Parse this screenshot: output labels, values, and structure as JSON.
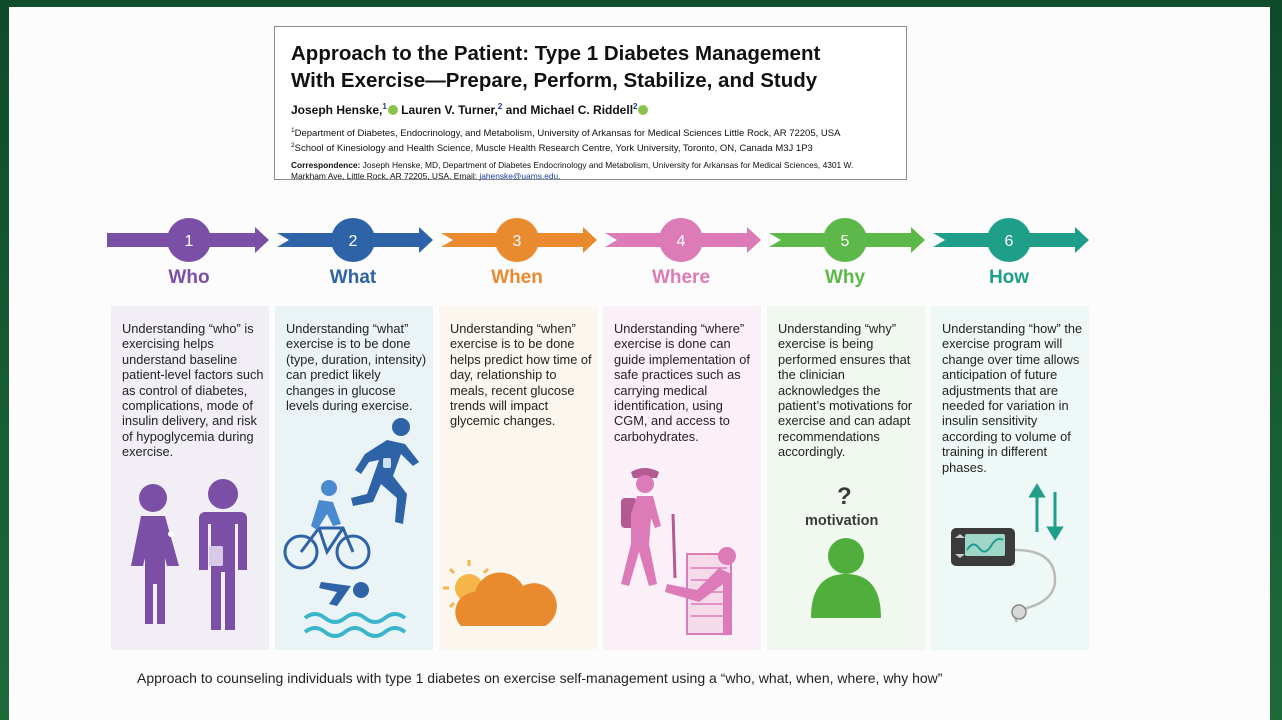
{
  "paper": {
    "title_line1": "Approach to the Patient: Type 1 Diabetes Management",
    "title_line2": "With Exercise—Prepare, Perform, Stabilize, and Study",
    "author1": "Joseph Henske,",
    "author1_sup": "1",
    "author2": " Lauren V. Turner,",
    "author2_sup": "2",
    "author3": " and Michael C. Riddell",
    "author3_sup": "2",
    "affiliation1_sup": "1",
    "affiliation1": "Department of Diabetes, Endocrinology, and Metabolism, University of Arkansas for Medical Sciences Little Rock, AR 72205, USA",
    "affiliation2_sup": "2",
    "affiliation2": "School of Kinesiology and Health Science, Muscle Health Research Centre, York University, Toronto, ON, Canada M3J 1P3",
    "correspondence_label": "Correspondence:",
    "correspondence_text": " Joseph Henske, MD, Department of Diabetes Endocrinology and Metabolism, University for Arkansas for Medical Sciences, 4301 W. Markham Ave, Little Rock, AR 72205, USA. Email: ",
    "email": "jahenske@uams.edu",
    "email_end": "."
  },
  "steps": [
    {
      "number": "1",
      "label": "Who",
      "color": "#7b4fa5",
      "panel_bg": "#f1eef5",
      "text": "Understanding “who” is exercising helps understand baseline patient-level factors such as control of diabetes, complications, mode of insulin delivery, and risk of hypoglycemia during exercise."
    },
    {
      "number": "2",
      "label": "What",
      "color": "#2e63a8",
      "panel_bg": "#eaf4f7",
      "text": "Understanding “what” exercise is to be done (type, duration, intensity) can predict likely changes in glucose levels during exercise."
    },
    {
      "number": "3",
      "label": "When",
      "color": "#e98a2f",
      "panel_bg": "#fbf6ee",
      "text": "Understanding “when” exercise is to be done helps predict how time of day, relationship to meals, recent glucose trends will impact glycemic changes."
    },
    {
      "number": "4",
      "label": "Where",
      "color": "#dc7bb8",
      "panel_bg": "#fbf0f7",
      "text": "Understanding “where” exercise is done can guide implementation of safe practices such as carrying medical identification, using CGM, and access to carbohydrates."
    },
    {
      "number": "5",
      "label": "Why",
      "color": "#5cb848",
      "panel_bg": "#f1f8ef",
      "text": "Understanding “why” exercise is being performed ensures that the clinician acknowledges the patient’s motivations for exercise and can adapt recommendations accordingly."
    },
    {
      "number": "6",
      "label": "How",
      "color": "#1f9e8a",
      "panel_bg": "#eef8f6",
      "text": "Understanding “how” the exercise program will change over time allows anticipation of future adjustments that are needed for variation in insulin sensitivity according to volume of training in different phases."
    }
  ],
  "icons": [
    "people-icon",
    "running-icon",
    "cycling-icon",
    "swimming-icon",
    "moon-icon",
    "sun-cloud-icon",
    "hiker-icon",
    "glucose-meter-icon",
    "motivation-person-icon",
    "insulin-pump-icon",
    "arrows-up-down-icon"
  ],
  "motivation": {
    "question_mark": "?",
    "label": "motivation"
  },
  "caption": "Approach to counseling individuals with type 1 diabetes on exercise self-management using a “who, what, when, where, why how”"
}
